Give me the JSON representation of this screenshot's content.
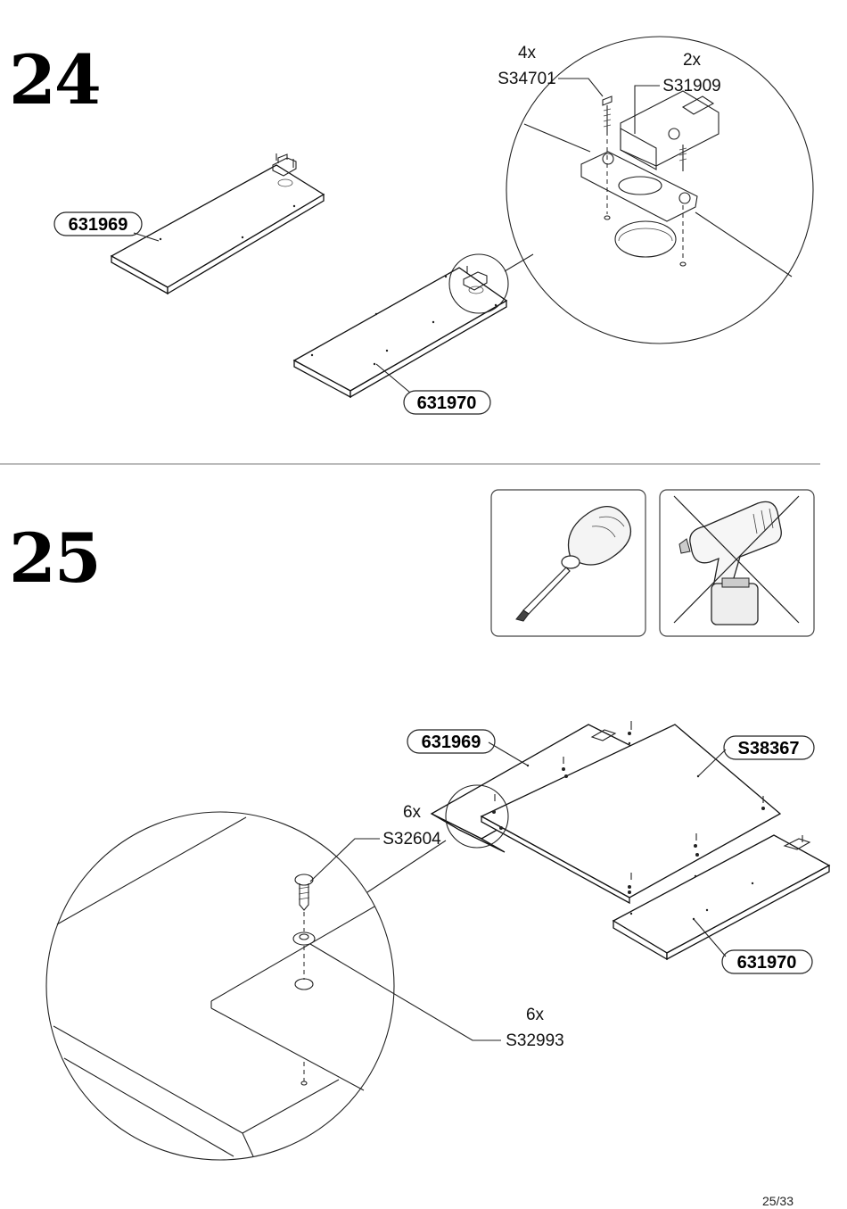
{
  "steps": {
    "step24": {
      "number": "24",
      "parts": {
        "panel_a": "631969",
        "panel_b": "631970",
        "screw_qty": "4x",
        "screw_code": "S34701",
        "hinge_qty": "2x",
        "hinge_code": "S31909"
      }
    },
    "step25": {
      "number": "25",
      "tools": {
        "allowed": "screwdriver-icon",
        "forbidden": "power-drill-icon"
      },
      "parts": {
        "panel_a": "631969",
        "panel_b": "631970",
        "door": "S38367",
        "screw_qty": "6x",
        "screw_code": "S32604",
        "cap_qty": "6x",
        "cap_code": "S32993"
      }
    }
  },
  "footer": {
    "page": "25/33"
  }
}
